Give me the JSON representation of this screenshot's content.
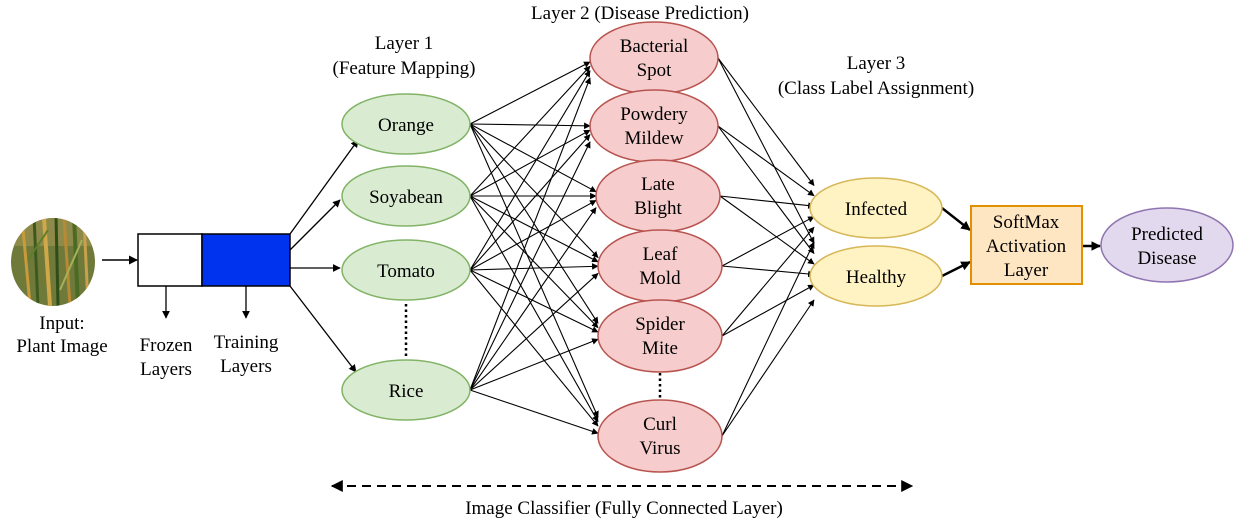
{
  "input": {
    "label_line1": "Input:",
    "label_line2": "Plant Image"
  },
  "cnn": {
    "frozen_line1": "Frozen",
    "frozen_line2": "Layers",
    "training_line1": "Training",
    "training_line2": "Layers"
  },
  "layers": {
    "layer1_line1": "Layer 1",
    "layer1_line2": "(Feature Mapping)",
    "layer2": "Layer 2 (Disease Prediction)",
    "layer3_line1": "Layer 3",
    "layer3_line2": "(Class Label Assignment)"
  },
  "layer1_nodes": [
    "Orange",
    "Soyabean",
    "Tomato",
    "Rice"
  ],
  "layer2_nodes": [
    [
      "Bacterial",
      "Spot"
    ],
    [
      "Powdery",
      "Mildew"
    ],
    [
      "Late",
      "Blight"
    ],
    [
      "Leaf",
      "Mold"
    ],
    [
      "Spider",
      "Mite"
    ],
    [
      "Curl",
      "Virus"
    ]
  ],
  "layer3_nodes": [
    "Infected",
    "Healthy"
  ],
  "softmax": [
    "SoftMax",
    "Activation",
    "Layer"
  ],
  "output": [
    "Predicted",
    "Disease"
  ],
  "footer": "Image Classifier (Fully Connected Layer)",
  "colors": {
    "layer1_fill": "#d9ecd2",
    "layer1_stroke": "#82b366",
    "layer2_fill": "#f6cccc",
    "layer2_stroke": "#b85450",
    "layer3_fill": "#fff3c4",
    "layer3_stroke": "#d6b656",
    "softmax_fill": "#ffe6c2",
    "softmax_stroke": "#e09000",
    "output_fill": "#e3d9ee",
    "output_stroke": "#8f74b0",
    "training_fill": "#0033ee"
  }
}
